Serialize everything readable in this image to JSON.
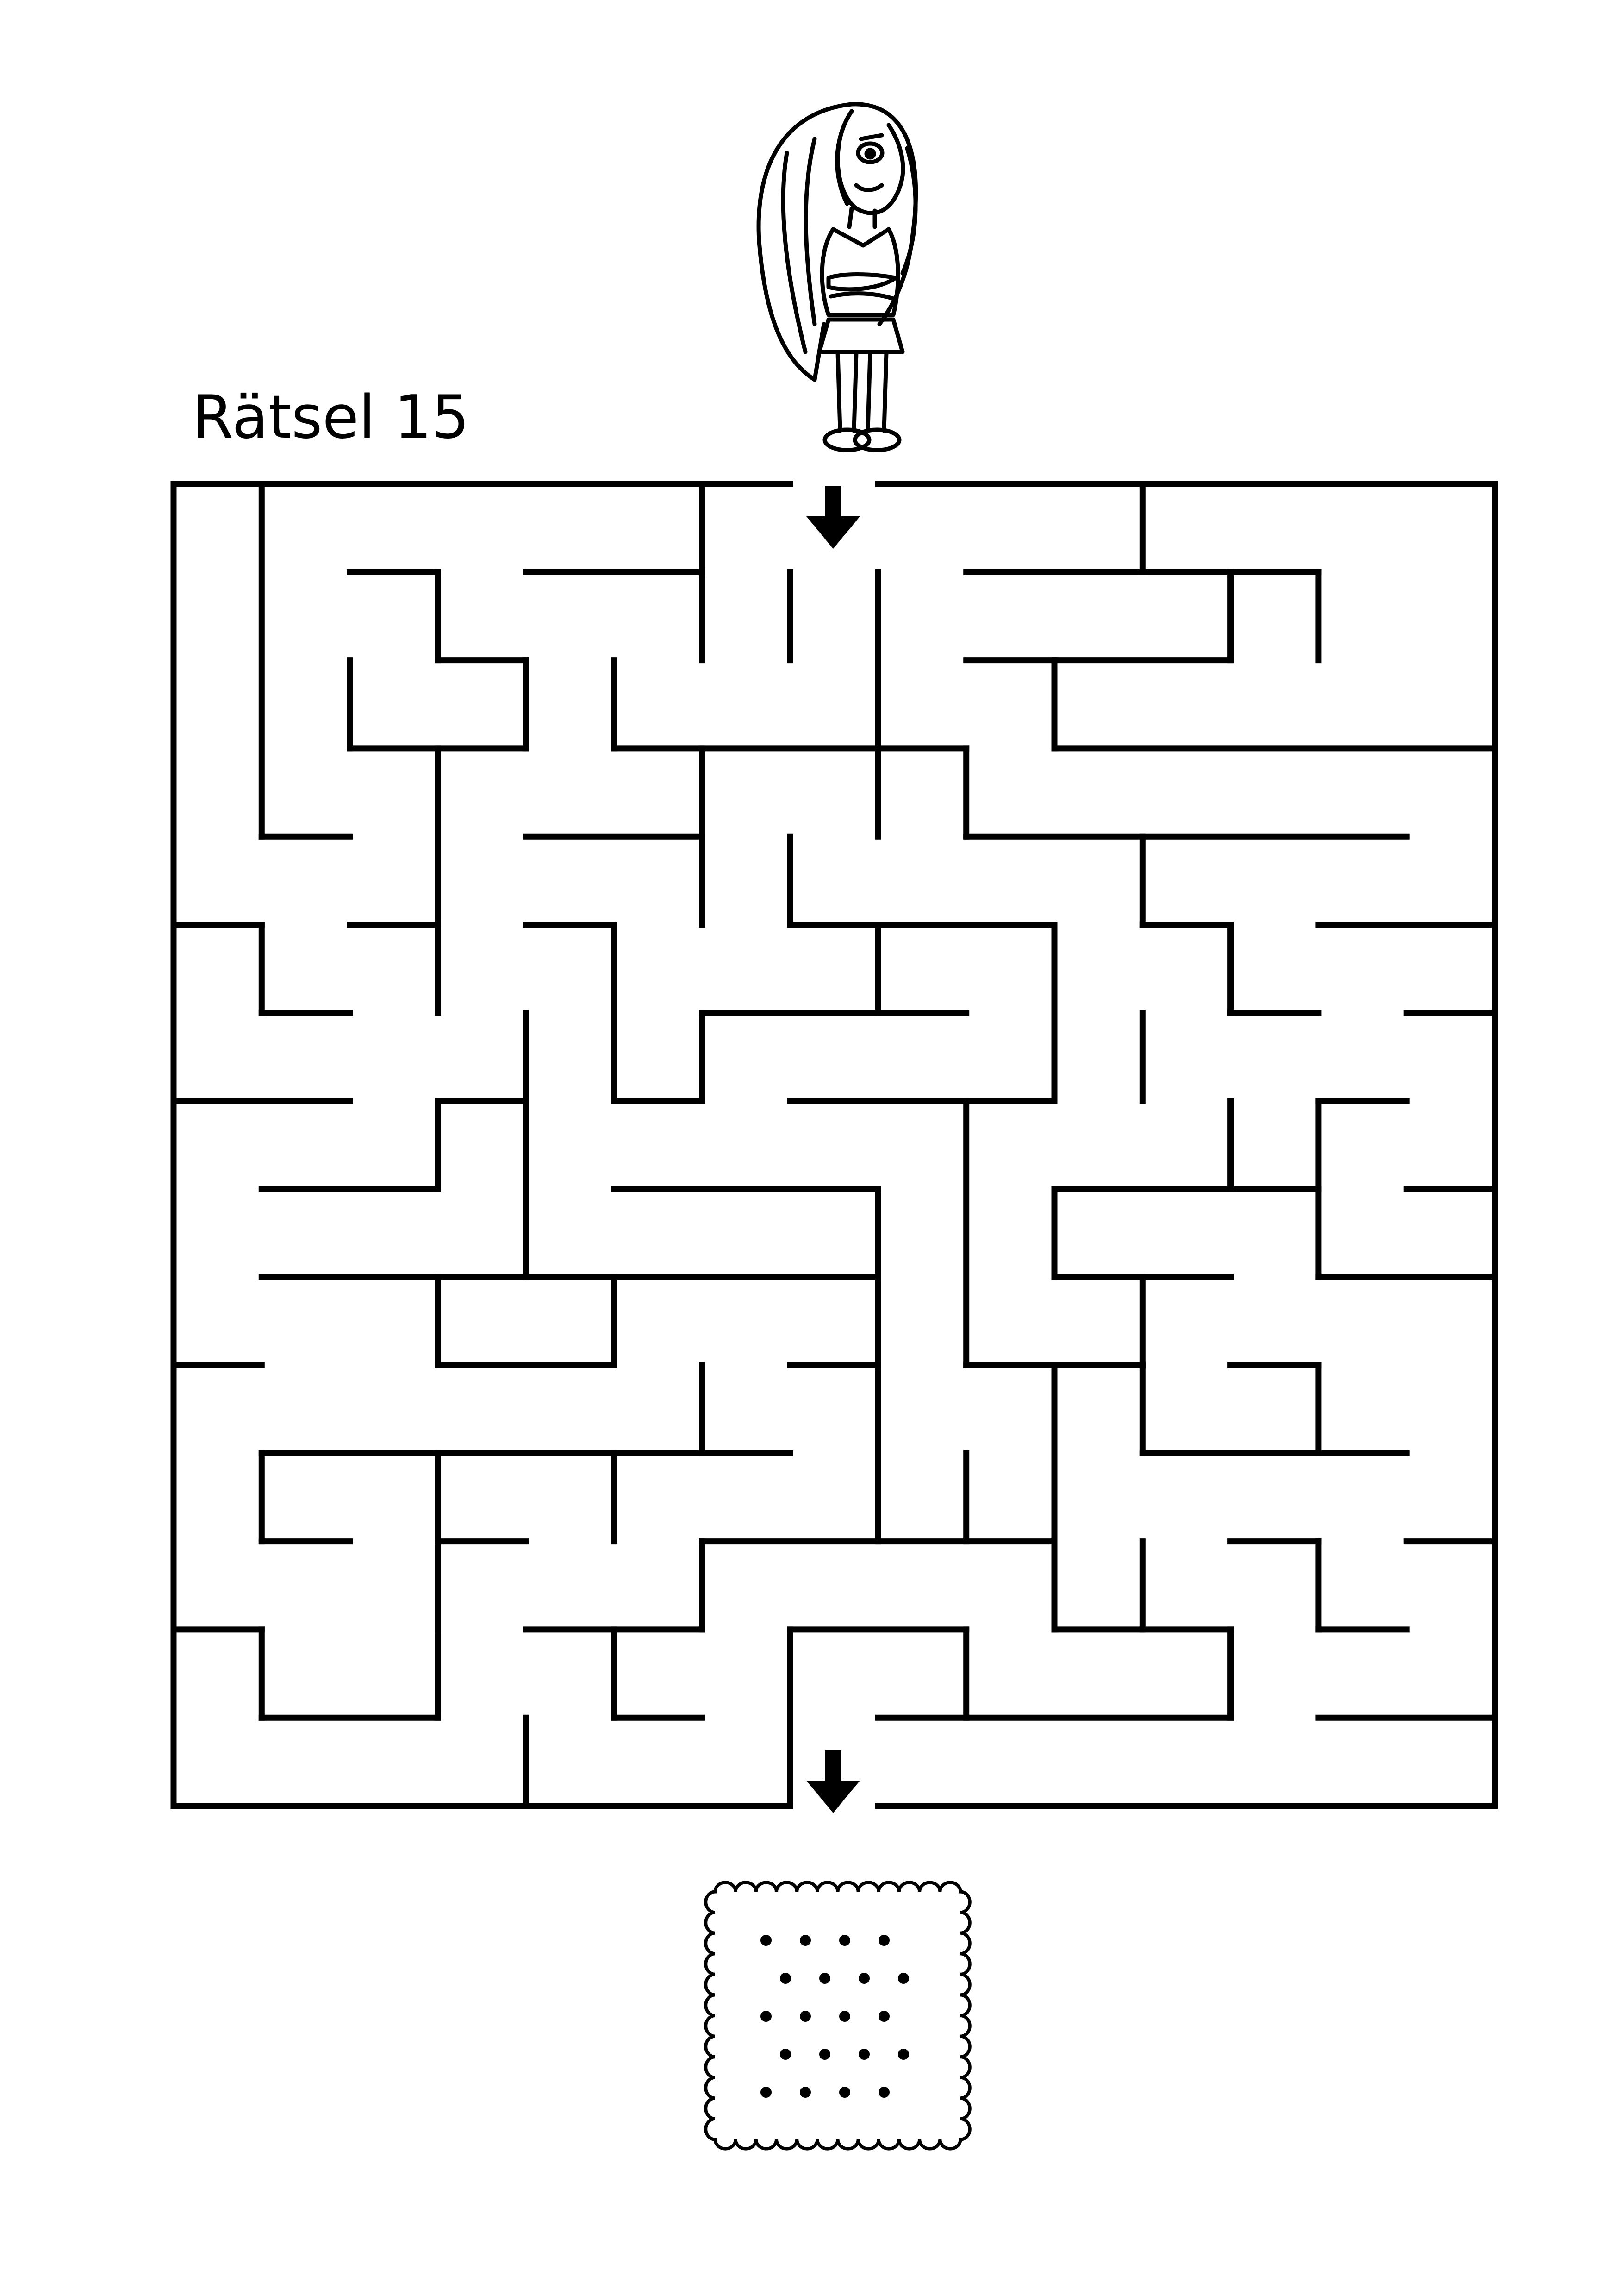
{
  "puzzle": {
    "title": "Rätsel 15"
  },
  "maze": {
    "cols": 15,
    "rows": 15,
    "entry_column": 8,
    "exit_column": 8
  },
  "illustrations": {
    "top": "girl-figure",
    "bottom": "cracker-biscuit"
  },
  "colors": {
    "ink": "#000000",
    "paper": "#ffffff"
  }
}
